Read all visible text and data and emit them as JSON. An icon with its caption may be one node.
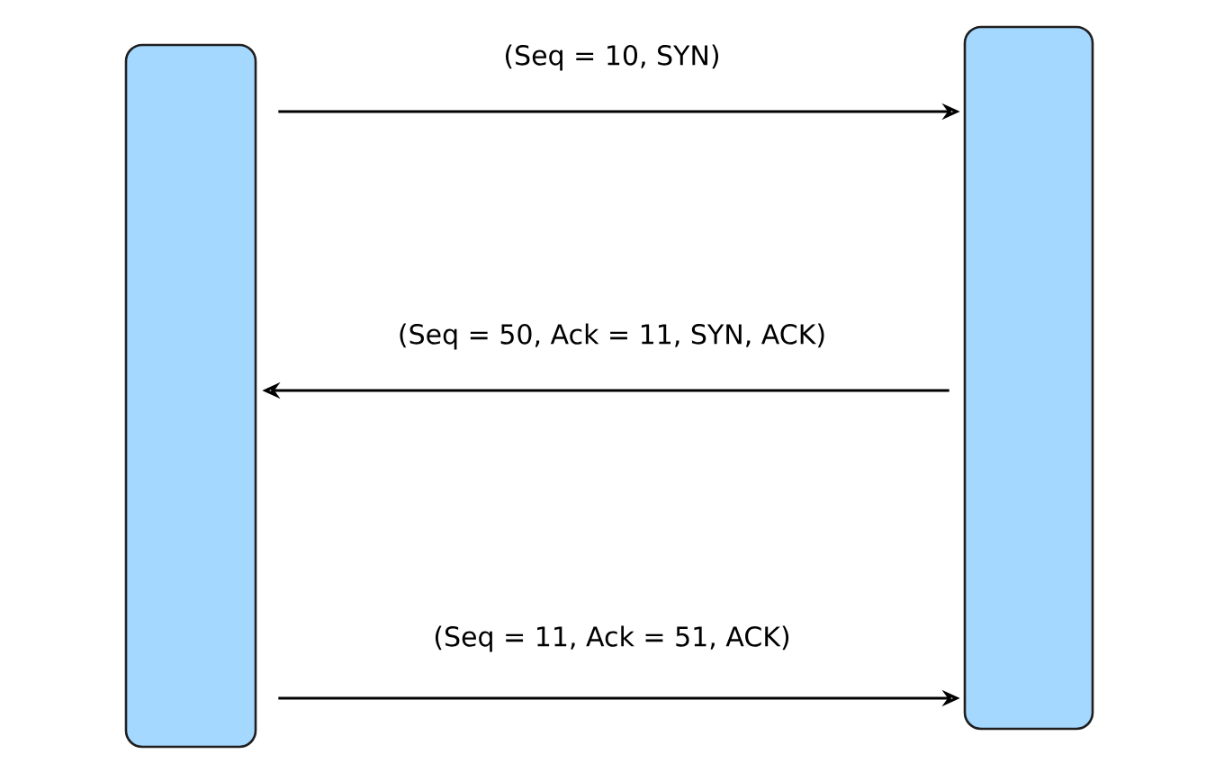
{
  "diagram": {
    "nodes": [
      {
        "text": [],
        "shape": "bar"
      },
      {
        "text": [],
        "shape": "bar"
      }
    ],
    "edges": [
      {
        "from": 0,
        "to": 1,
        "arrow": "to",
        "label": "(Seq = 10, SYN)"
      },
      {
        "from": 1,
        "to": 0,
        "arrow": "to",
        "label": "(Seq = 50, Ack = 11, SYN, ACK)"
      },
      {
        "from": 0,
        "to": 1,
        "arrow": "to",
        "label": "(Seq = 11, Ack = 51, ACK)"
      }
    ]
  }
}
